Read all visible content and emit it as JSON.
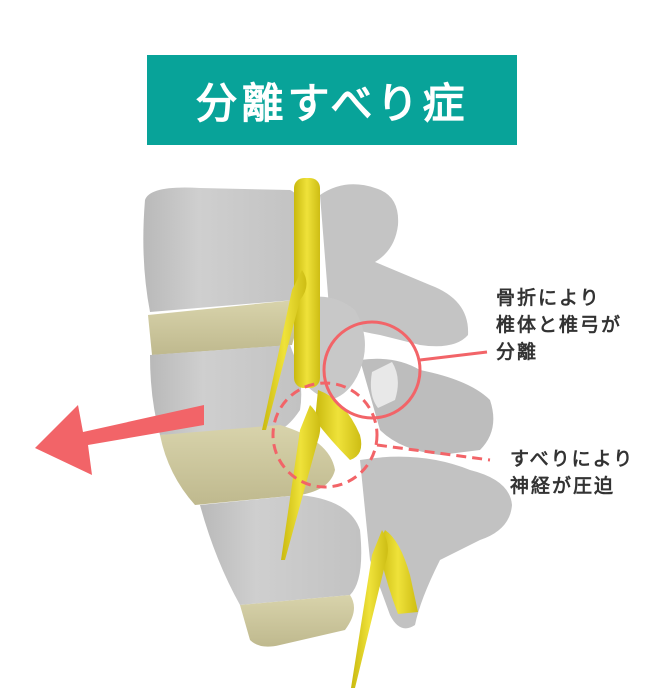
{
  "title": {
    "text": "分離すべり症",
    "background_color": "#08a399",
    "text_color": "#ffffff"
  },
  "illustration": {
    "subject": "lumbar-spine-3d-model",
    "colors": {
      "bone": "#c8c8c8",
      "disc": "#cfc9a0",
      "nerve": "#e3d52a",
      "annotation": "#f26468"
    },
    "slip_arrow": {
      "direction": "left",
      "color": "#f26468"
    }
  },
  "annotations": [
    {
      "id": "fracture",
      "text": "骨折により\n椎体と椎弓が\n分離",
      "marker": "solid-circle"
    },
    {
      "id": "slip",
      "text": "すべりにより\n神経が圧迫",
      "marker": "dashed-circle"
    }
  ]
}
